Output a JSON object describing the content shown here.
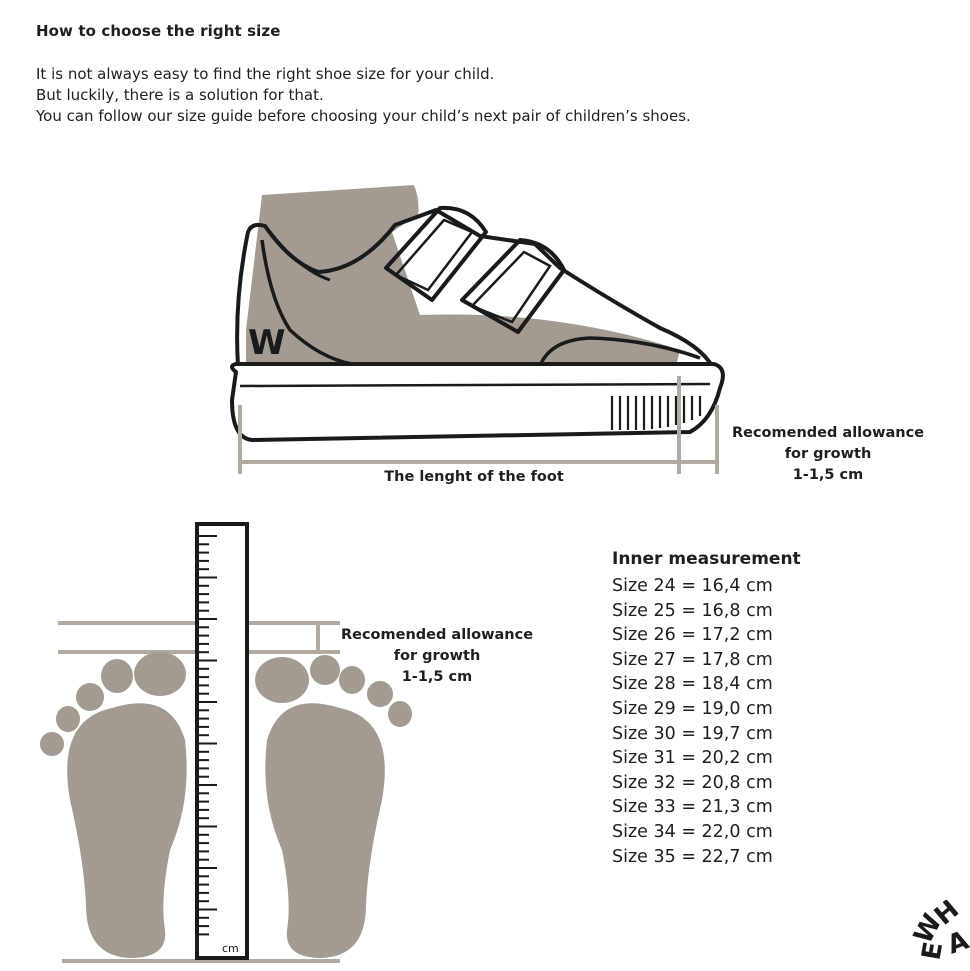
{
  "guide": {
    "title": "How to choose the right size",
    "intro": [
      "It is not always easy to find the right shoe size for your child.",
      "But luckily, there is a solution for that.",
      "You can follow our size guide before choosing your child’s next pair of children’s shoes."
    ]
  },
  "shoe_diagram": {
    "length_label": "The lenght of the foot",
    "allowance": [
      "Recomended allowance",
      "for growth",
      "1-1,5 cm"
    ],
    "logo_letter": "W",
    "icon": "shoe-illustration"
  },
  "foot_diagram": {
    "allowance": [
      "Recomended allowance",
      "for growth",
      "1-1,5 cm"
    ],
    "ruler_unit": "cm",
    "icon": "footprints-illustration"
  },
  "measurements": {
    "title": "Inner measurement",
    "sizes": [
      "Size 24 = 16,4 cm",
      "Size 25 = 16,8 cm",
      "Size 26 = 17,2 cm",
      "Size 27 = 17,8 cm",
      "Size 28 = 18,4 cm",
      "Size 29 = 19,0 cm",
      "Size 30 = 19,7 cm",
      "Size 31 = 20,2 cm",
      "Size 32 = 20,8 cm",
      "Size 33 = 21,3 cm",
      "Size 34 = 22,0 cm",
      "Size 35 = 22,7 cm"
    ]
  },
  "brand": {
    "logo_text": "WHEAT"
  },
  "colors": {
    "text": "#1f1f1f",
    "foot_fill": "#a39b91",
    "guide_line": "#b1aaa1",
    "outline": "#1a1a1a"
  }
}
